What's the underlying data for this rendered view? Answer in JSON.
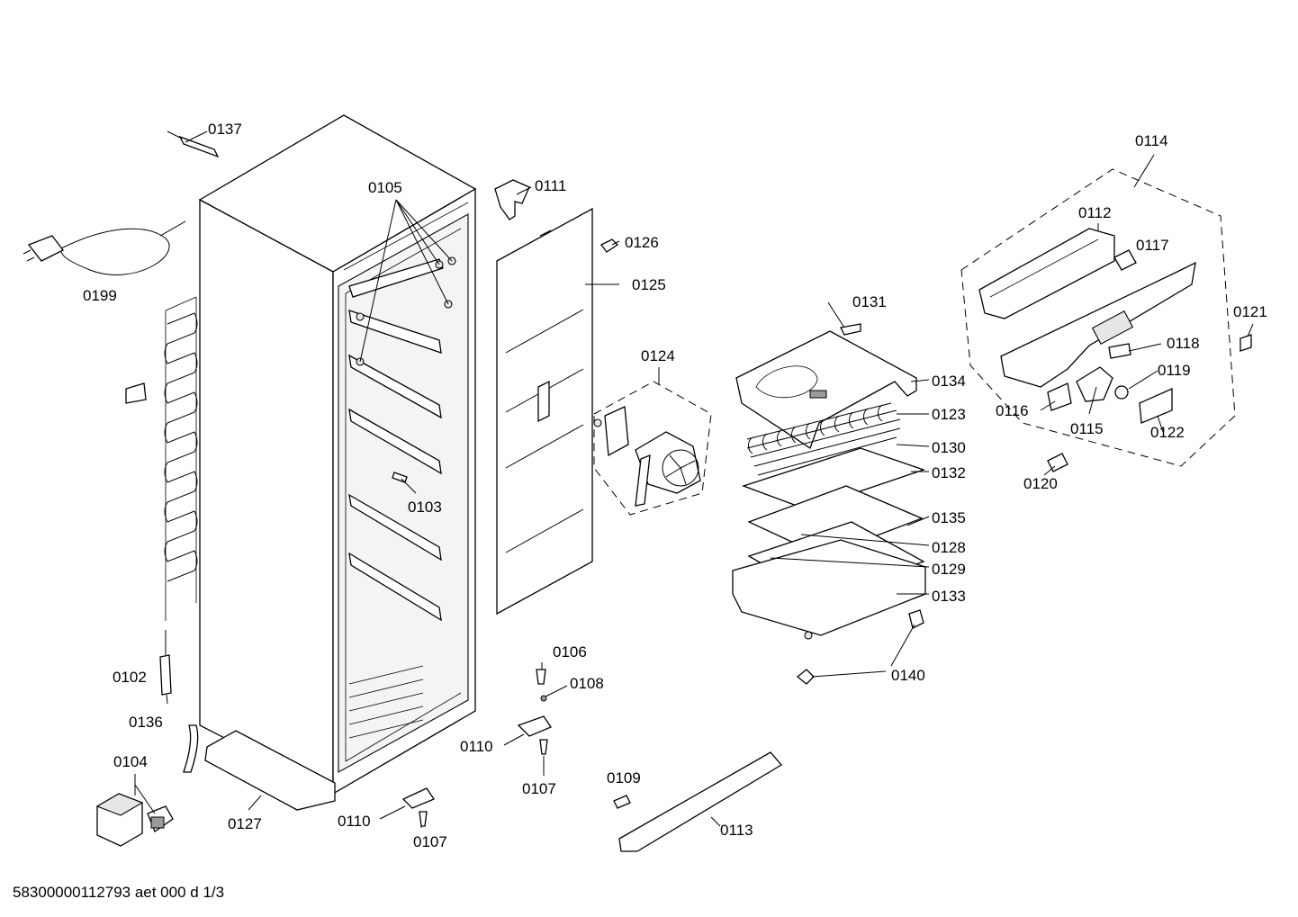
{
  "footer": {
    "drawing_id": "58300000112793 aet 000 d 1/3"
  },
  "labels": {
    "p0137": "0137",
    "p0105": "0105",
    "p0111": "0111",
    "p0126": "0126",
    "p0125": "0125",
    "p0199": "0199",
    "p0124": "0124",
    "p0103": "0103",
    "p0131": "0131",
    "p0134": "0134",
    "p0123": "0123",
    "p0130": "0130",
    "p0132": "0132",
    "p0135": "0135",
    "p0128": "0128",
    "p0129": "0129",
    "p0133": "0133",
    "p0140": "0140",
    "p0114": "0114",
    "p0112": "0112",
    "p0117": "0117",
    "p0121": "0121",
    "p0118": "0118",
    "p0119": "0119",
    "p0116": "0116",
    "p0115": "0115",
    "p0122": "0122",
    "p0120": "0120",
    "p0102": "0102",
    "p0106": "0106",
    "p0108": "0108",
    "p0136": "0136",
    "p0110a": "0110",
    "p0107a": "0107",
    "p0104": "0104",
    "p0127": "0127",
    "p0110b": "0110",
    "p0107b": "0107",
    "p0109": "0109",
    "p0113": "0113"
  }
}
